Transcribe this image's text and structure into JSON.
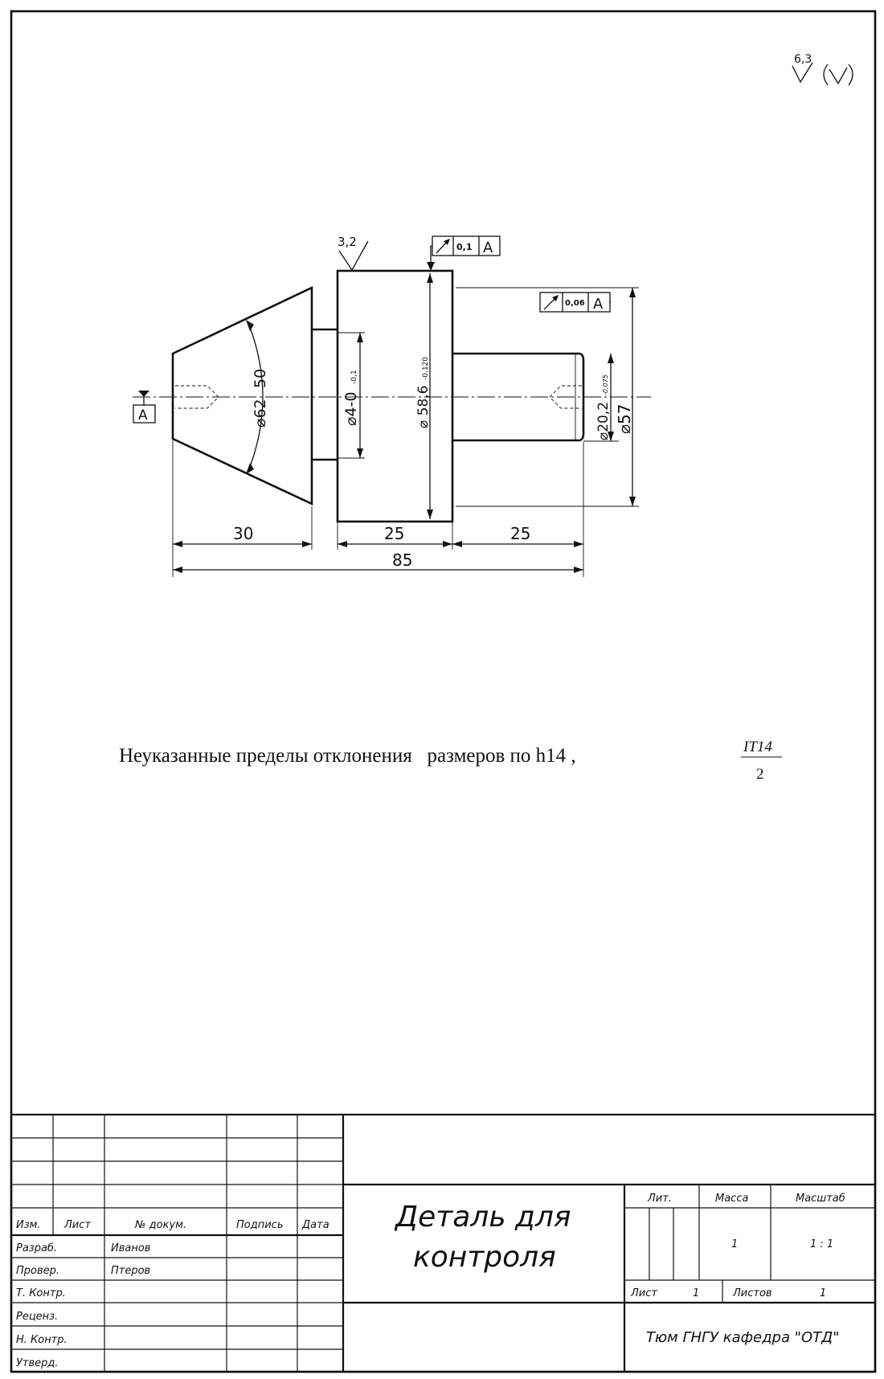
{
  "roughness": {
    "general": "6,3",
    "face": "3,2"
  },
  "datum": {
    "letter": "A"
  },
  "tolerances": {
    "runout_top": {
      "value": "0,1",
      "datum": "A"
    },
    "runout_right": {
      "value": "0,06",
      "datum": "A"
    }
  },
  "dimensions": {
    "cone_angle": "50",
    "cone_diameter": "⌀62",
    "groove_diameter": "⌀4-0",
    "groove_tol": "-0,1",
    "collar_diameter": "⌀ 58,6",
    "collar_tol": "-0,120",
    "shaft_diameter": "⌀20,2",
    "shaft_tol": "-0,075",
    "outer_diameter": "⌀57",
    "len_cone": "30",
    "len_collar": "25",
    "len_shaft": "25",
    "len_total": "85"
  },
  "note": {
    "text": "Неуказанные пределы отклонения   размеров по h14 ,",
    "fraction_num": "IT14",
    "fraction_den": "2"
  },
  "title_block": {
    "headers": {
      "izm": "Изм.",
      "list": "Лист",
      "doc": "№ докум.",
      "sign": "Подпись",
      "date": "Дата"
    },
    "roles": [
      {
        "role": "Разраб.",
        "name": "Иванов"
      },
      {
        "role": "Провер.",
        "name": "Птеров"
      },
      {
        "role": "Т. Контр.",
        "name": ""
      },
      {
        "role": "Реценз.",
        "name": ""
      },
      {
        "role": "Н. Контр.",
        "name": ""
      },
      {
        "role": "Утверд.",
        "name": ""
      }
    ],
    "title_line1": "Деталь для",
    "title_line2": "контроля",
    "lit_label": "Лит.",
    "mass_label": "Масса",
    "scale_label": "Масштаб",
    "mass_value": "1",
    "scale_value": "1 : 1",
    "sheet_label": "Лист",
    "sheet_value": "1",
    "sheets_label": "Листов",
    "sheets_value": "1",
    "org": "Тюм ГНГУ кафедра \"ОТД\""
  }
}
